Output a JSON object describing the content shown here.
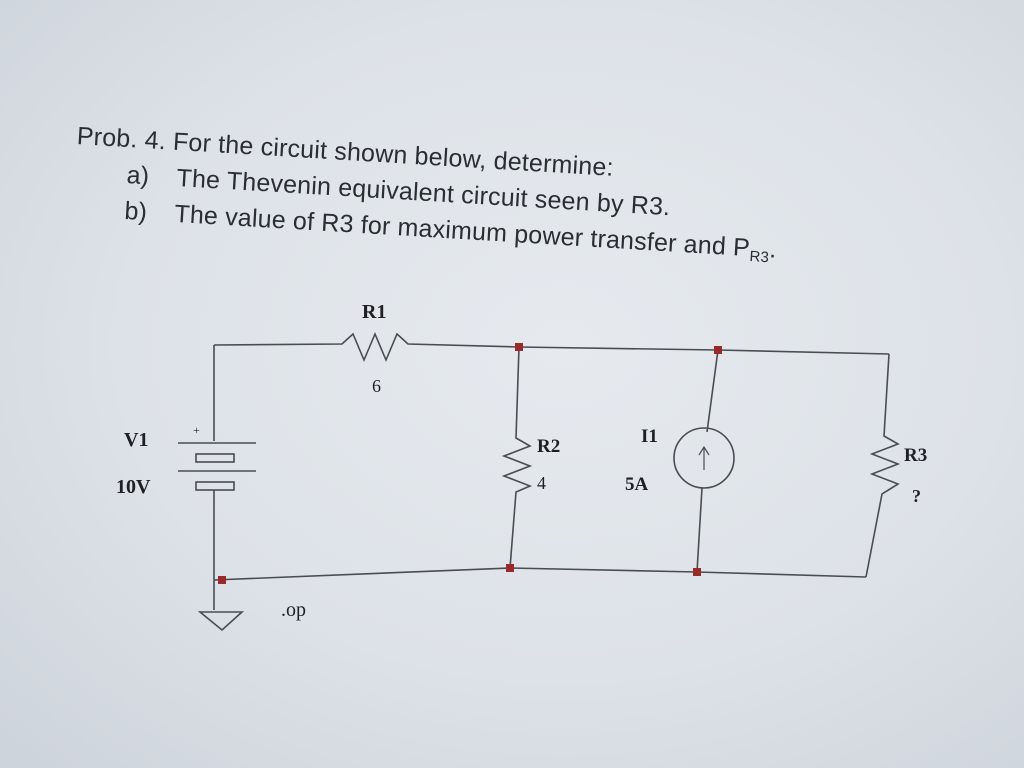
{
  "problem": {
    "number": "Prob. 4.",
    "intro": "For the circuit shown below, determine:",
    "parts": [
      {
        "label": "a)",
        "text": "The Thevenin equivalent circuit seen by R3."
      },
      {
        "label": "b)",
        "text": "The value of R3 for maximum power transfer and P",
        "subscript": "R3",
        "suffix": "."
      }
    ]
  },
  "circuit": {
    "r1": {
      "name": "R1",
      "value": "6"
    },
    "r2": {
      "name": "R2",
      "value": "4"
    },
    "r3": {
      "name": "R3",
      "value": "?"
    },
    "v1": {
      "name": "V1",
      "value": "10V",
      "polarity": "+"
    },
    "i1": {
      "name": "I1",
      "value": "5A"
    },
    "directive": ".op"
  }
}
